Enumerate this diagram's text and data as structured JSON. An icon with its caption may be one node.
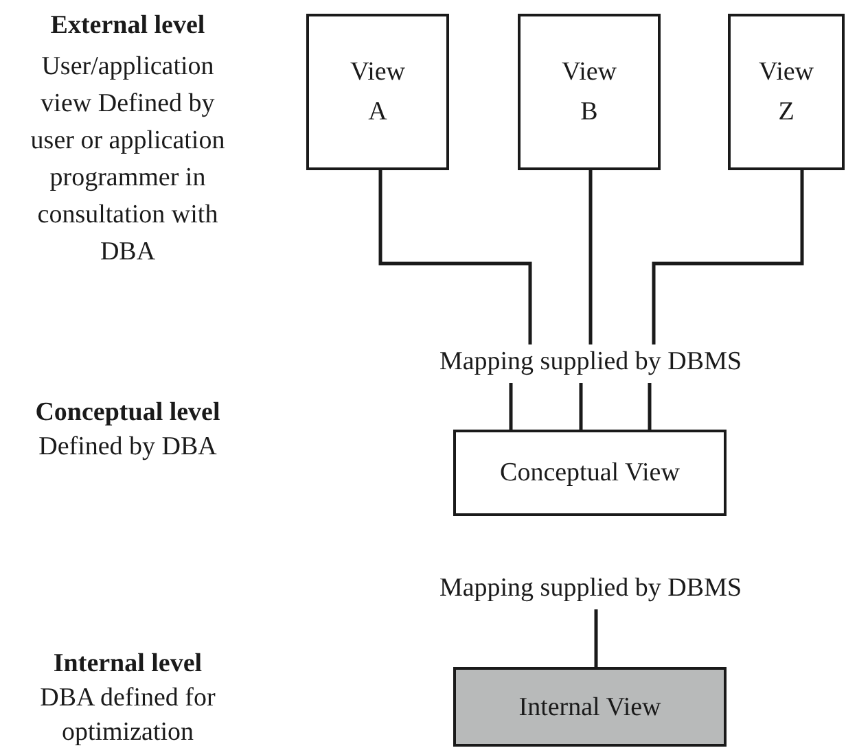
{
  "diagram": {
    "nodes": [
      {
        "text": [
          "View A"
        ]
      },
      {
        "text": [
          "View B"
        ]
      },
      {
        "text": [
          "View Z"
        ]
      },
      {
        "text": [
          "Mapping supplied by DBMS"
        ]
      },
      {
        "text": [
          "Conceptual View"
        ]
      },
      {
        "text": [
          "Mapping supplied by DBMS"
        ]
      },
      {
        "text": [
          "Internal View"
        ]
      }
    ],
    "edges": [
      {
        "from": 0,
        "to": 3,
        "arrow": "none"
      },
      {
        "from": 1,
        "to": 3,
        "arrow": "none"
      },
      {
        "from": 2,
        "to": 3,
        "arrow": "none"
      },
      {
        "from": 3,
        "to": 4,
        "arrow": "none"
      },
      {
        "from": 3,
        "to": 4,
        "arrow": "none"
      },
      {
        "from": 3,
        "to": 4,
        "arrow": "none"
      },
      {
        "from": 5,
        "to": 6,
        "arrow": "none"
      }
    ],
    "labels": [
      "External level",
      "User/application view Defined by user or application programmer in consultation with DBA",
      "Conceptual level",
      "Defined by DBA",
      "Internal level",
      "DBA defined for optimization"
    ]
  }
}
